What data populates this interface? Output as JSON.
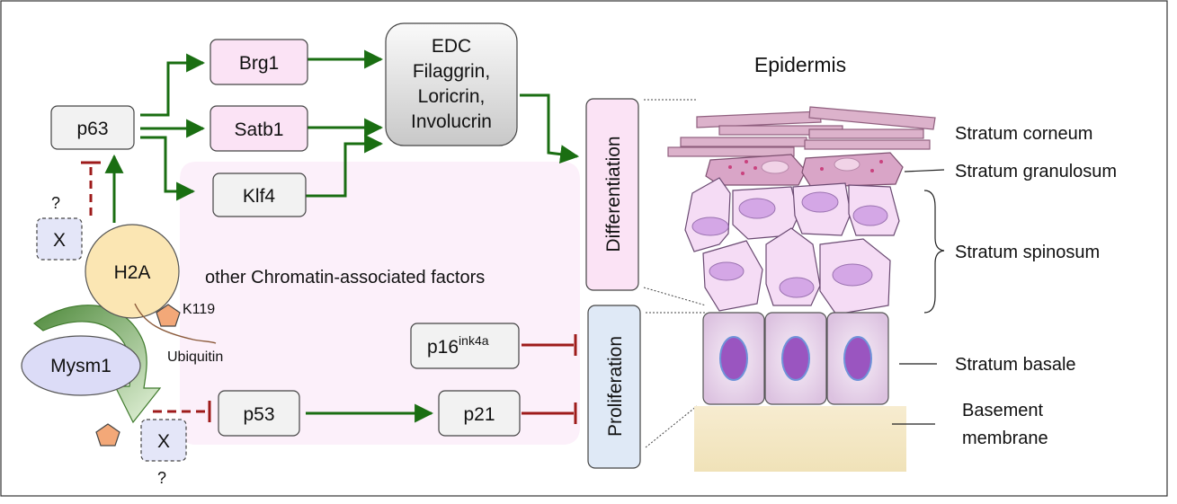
{
  "nodes": {
    "p63": "p63",
    "brg1": "Brg1",
    "satb1": "Satb1",
    "klf4": "Klf4",
    "edc_lines": [
      "EDC",
      "Filaggrin,",
      "Loricrin,",
      "Involucrin"
    ],
    "x_top": "X",
    "x_bottom": "X",
    "question": "?",
    "h2a": "H2A",
    "k119": "K119",
    "ubiquitin": "Ubiquitin",
    "mysm1": "Mysm1",
    "p53": "p53",
    "p21": "p21",
    "p16": "p16",
    "p16_sup": "ink4a",
    "differentiation": "Differentiation",
    "proliferation": "Proliferation",
    "chromatin_factors": "other Chromatin-associated factors"
  },
  "epidermis": {
    "title": "Epidermis",
    "layers": {
      "corneum": "Stratum corneum",
      "granulosum": "Stratum granulosum",
      "spinosum": "Stratum spinosum",
      "basale": "Stratum basale",
      "basement_lines": [
        "Basement",
        "membrane"
      ]
    }
  },
  "colors": {
    "activation": "#1a6e12",
    "inhibition": "#9e1b1b",
    "node_fill": "#f2f2f2",
    "gene_fill": "#fbe3f5",
    "h2a_fill": "#fbe6b3",
    "mysm1_fill": "#dcdcf7",
    "ubiquitin_fill": "#f3a878",
    "chromatin_region": "#fcf0fa",
    "proliferation_fill": "#dfe9f6",
    "corneum": "#dcb2cb",
    "granulosum": "#d9a5c7",
    "spinosum": "#f5dcf5",
    "nucleus": "#d4a7e6",
    "basale": "#ecd7ee",
    "basale_nucleus": "#9a55c0",
    "basement": "#f5e9c4"
  }
}
